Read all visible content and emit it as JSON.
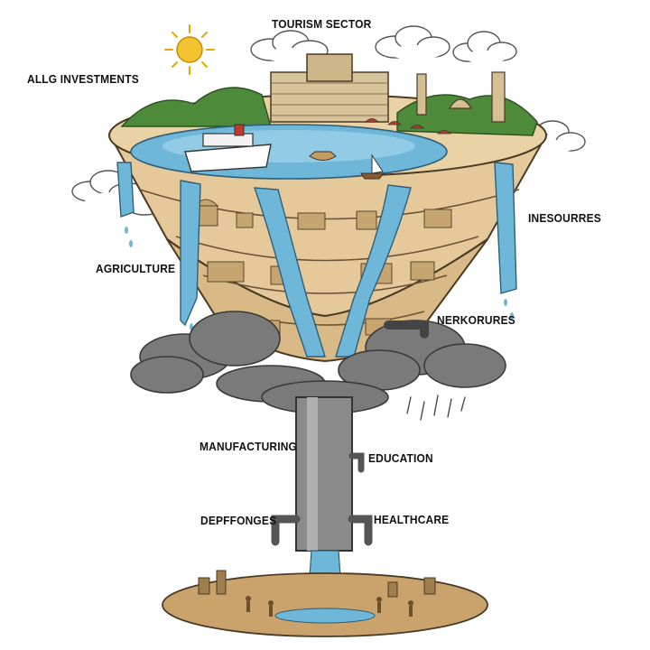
{
  "labels": {
    "top": "TOURISM SECTOR",
    "investments": "ALLG INVESTMENTS",
    "resources": "INESOURRES",
    "agriculture": "AGRICULTURE",
    "networks": "NERKORURES",
    "manufacturing": "MANUFACTURING",
    "education": "EDUCATION",
    "deps": "DEPFFONGES",
    "healthcare": "HEALTHCARE"
  },
  "colors": {
    "water": "#6fb7d9",
    "water_light": "#a9d9ee",
    "earth": "#e6c99a",
    "earth_dark": "#b58b55",
    "foliage": "#4d8a3a",
    "storm_cloud": "#6e6e6e",
    "pipe": "#8a8a8a",
    "sun": "#f4c430",
    "ground": "#c9a36b"
  }
}
